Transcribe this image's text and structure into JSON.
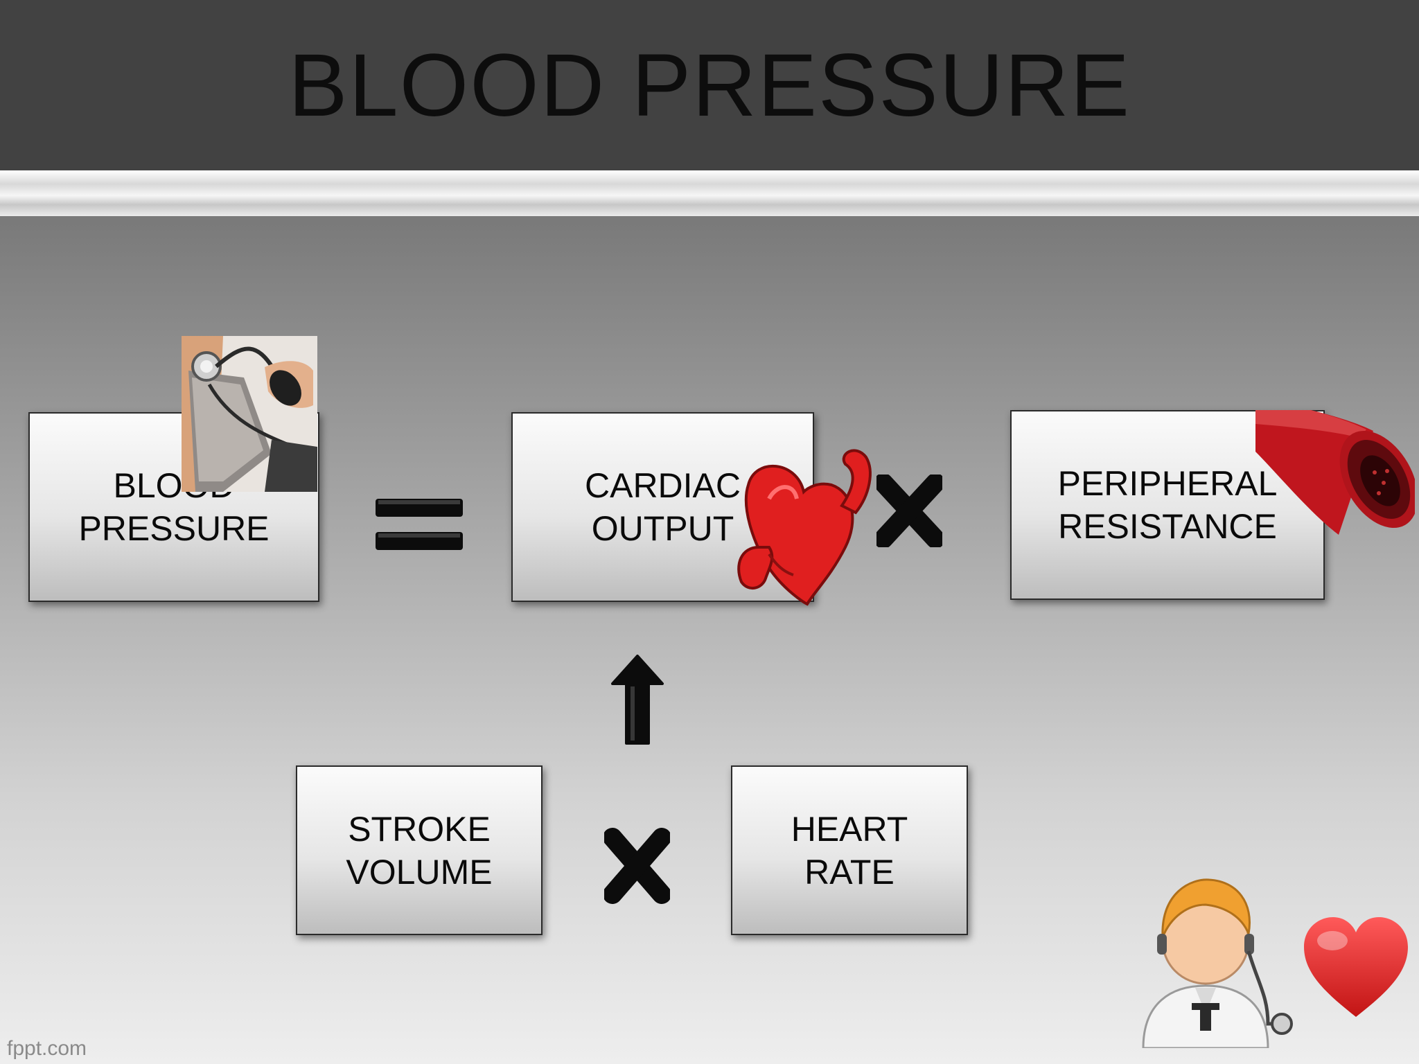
{
  "slide": {
    "title": "BLOOD PRESSURE",
    "footer": "fppt.com"
  },
  "boxes": {
    "blood_pressure": [
      "BLOOD",
      "PRESSURE"
    ],
    "cardiac_output": [
      "CARDIAC",
      "OUTPUT"
    ],
    "peripheral_resistance": [
      "PERIPHERAL",
      "RESISTANCE"
    ],
    "stroke_volume": [
      "STROKE",
      "VOLUME"
    ],
    "heart_rate": [
      "HEART",
      "RATE"
    ]
  },
  "icons": {
    "equals": "equals-icon",
    "multiply": "multiply-icon",
    "up_arrow": "up-arrow-icon",
    "cuff": "blood-pressure-cuff-icon",
    "heart": "muscular-heart-icon",
    "vessel": "blood-vessel-icon",
    "doctor": "doctor-icon",
    "small_heart": "heart-icon"
  },
  "colors": {
    "header": "#424242",
    "heart_red": "#e01f1f",
    "vessel_red": "#c0161e"
  }
}
